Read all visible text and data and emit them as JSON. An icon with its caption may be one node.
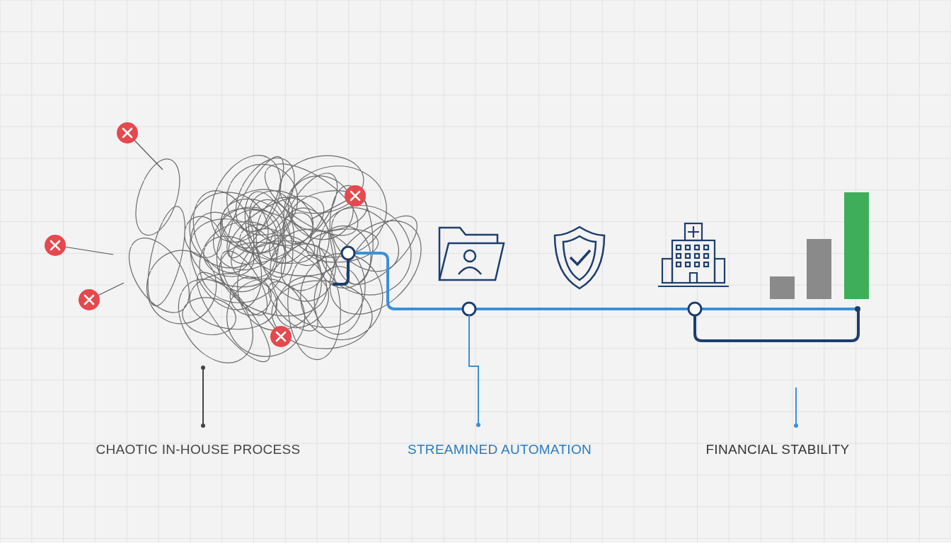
{
  "diagram": {
    "labels": [
      "CHAOTIC IN-HOUSE PROCESS",
      "STREAMINED AUTOMATION",
      "FINANCIAL STABILITY"
    ]
  }
}
